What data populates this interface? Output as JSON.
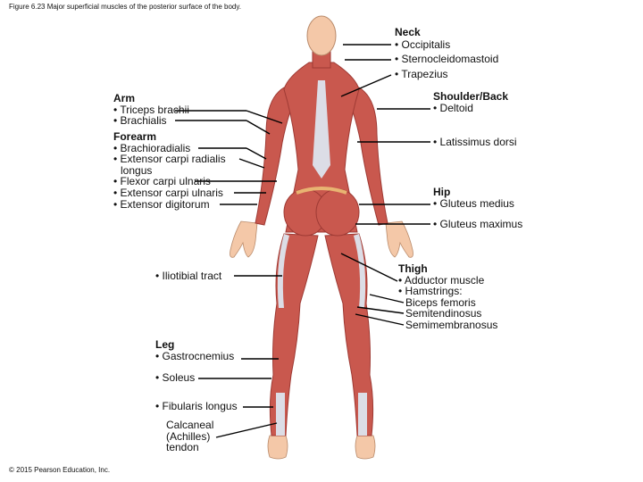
{
  "caption": "Figure 6.23 Major superficial muscles of the posterior surface of the body.",
  "copyright": "© 2015 Pearson Education, Inc.",
  "colors": {
    "muscle": "#c9584e",
    "muscle_dark": "#9e3a34",
    "skin": "#f4c8a8",
    "tendon": "#dcdde6",
    "fascia": "#e8b472",
    "leader": "#000000"
  },
  "labels": {
    "neck": {
      "heading": "Neck",
      "items": [
        "• Occipitalis",
        "• Sternocleidomastoid",
        "• Trapezius"
      ]
    },
    "arm": {
      "heading": "Arm",
      "items": [
        "• Triceps brachii",
        "• Brachialis"
      ]
    },
    "forearm": {
      "heading": "Forearm",
      "items": [
        "• Brachioradialis",
        "• Extensor carpi radialis",
        "longus",
        "• Flexor carpi ulnaris",
        "• Extensor carpi ulnaris",
        "• Extensor digitorum"
      ]
    },
    "shoulder_back": {
      "heading": "Shoulder/Back",
      "items": [
        "• Deltoid",
        "• Latissimus dorsi"
      ]
    },
    "hip": {
      "heading": "Hip",
      "items": [
        "• Gluteus medius",
        "• Gluteus maximus"
      ]
    },
    "iliotibial": "• Iliotibial tract",
    "thigh": {
      "heading": "Thigh",
      "items": [
        "• Adductor muscle",
        "• Hamstrings:",
        "Biceps femoris",
        "Semitendinosus",
        "Semimembranosus"
      ]
    },
    "leg": {
      "heading": "Leg",
      "items": [
        "• Gastrocnemius",
        "• Soleus",
        "• Fibularis longus"
      ]
    },
    "calcaneal": [
      "Calcaneal",
      "(Achilles)",
      "tendon"
    ]
  }
}
